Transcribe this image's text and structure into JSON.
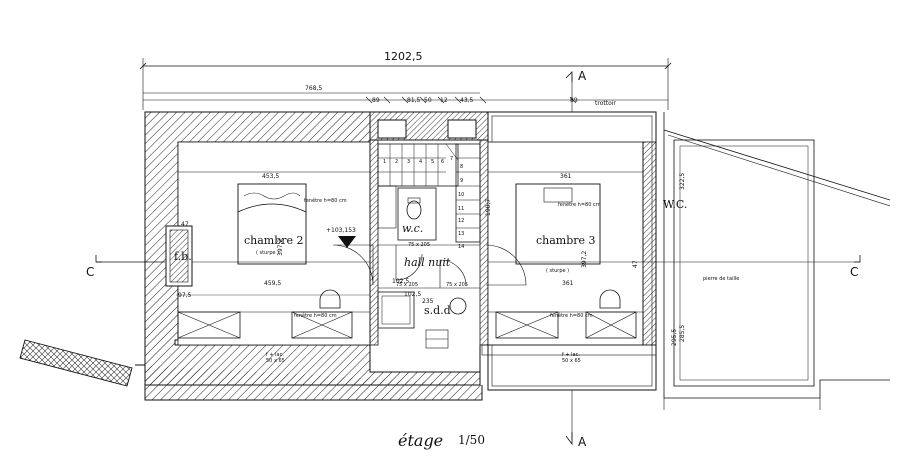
{
  "plan": {
    "title": "étage",
    "scale": "1/50",
    "overall_width": "1202,5",
    "top_dims": {
      "left_span": "768,5",
      "a": "89",
      "b": "81,5",
      "c": "50",
      "d": "12",
      "e": "43,5",
      "f": "89",
      "g": "trottoir"
    },
    "rooms": {
      "chambre2": {
        "name": "chambre 2",
        "sub": "( sturpe )",
        "width": "459,5",
        "top": "453,5",
        "height": "397,2"
      },
      "chambre3": {
        "name": "chambre 3",
        "sub": "( sturpe )",
        "width": "361",
        "top": "361",
        "height": "397,2"
      },
      "wc_center": {
        "name": "w.c."
      },
      "wc_right": {
        "name": "W.C."
      },
      "hall": {
        "name": "hall nuit"
      },
      "sdd": {
        "name": "s.d.d",
        "width": "235"
      },
      "fb": {
        "name": "f.b."
      }
    },
    "elevation": "+103,153",
    "door_labels": [
      "75 x 205",
      "75 x 205",
      "75 x 205"
    ],
    "stair_numbers": [
      "1",
      "2",
      "3",
      "4",
      "5",
      "6",
      "7",
      "8",
      "9",
      "10",
      "11",
      "12",
      "13",
      "14"
    ],
    "section_labels": {
      "left": "C",
      "right": "C",
      "top": "A",
      "bottom": "A"
    },
    "window_notes": [
      "fenêtre h=80 cm",
      "fenêtre h=80 cm",
      "fenêtre h=80 cm",
      "fenêtre h=80 cm"
    ],
    "velux_notes": [
      "f + lac.",
      "50 x 65",
      "f + lac.",
      "50 x 65"
    ],
    "beam_note": "pierre de taille",
    "side_dims": [
      "47",
      "97,5",
      "190,7",
      "47",
      "285,5",
      "102,5",
      "295,5",
      "102,5",
      "322,5"
    ]
  }
}
